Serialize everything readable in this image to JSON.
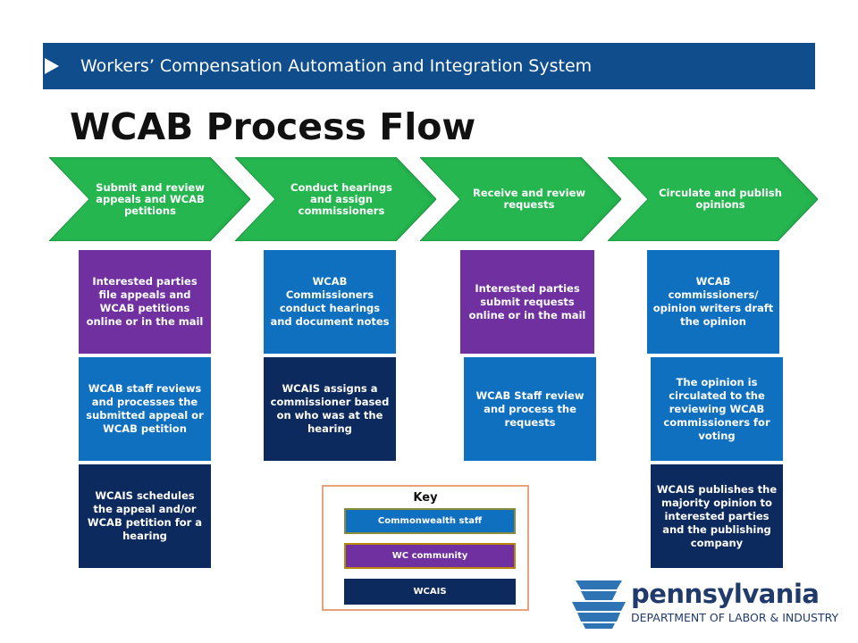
{
  "header": {
    "text": "Workers’ Compensation Automation and Integration System"
  },
  "title": "WCAB Process Flow",
  "steps": [
    {
      "label": "Submit and review appeals and WCAB petitions",
      "boxes": [
        "Interested parties file appeals and WCAB petitions online or in the mail",
        "WCAB staff reviews and processes the submitted appeal or WCAB petition",
        "WCAIS schedules the appeal and/or WCAB petition for a hearing"
      ]
    },
    {
      "label": "Conduct hearings and assign commissioners",
      "boxes": [
        "WCAB Commissioners conduct hearings and document notes",
        "WCAIS assigns a commissioner based on who was at the hearing"
      ]
    },
    {
      "label": "Receive and review requests",
      "boxes": [
        "Interested parties submit requests online or in the mail",
        "WCAB Staff review and process the requests"
      ]
    },
    {
      "label": "Circulate and publish opinions",
      "boxes": [
        "WCAB commissioners/ opinion writers draft the opinion",
        "The opinion is circulated to the reviewing WCAB commissioners for voting",
        "WCAIS publishes the majority opinion to interested parties and the publishing company"
      ]
    }
  ],
  "key": {
    "title": "Key",
    "items": [
      "Commonwealth staff",
      "WC community",
      "WCAIS"
    ]
  },
  "logo": {
    "name": "pennsylvania",
    "sub": "DEPARTMENT OF LABOR & INDUSTRY"
  },
  "colors": {
    "header": "#0f4d8c",
    "chevron": "#22b14c",
    "commonwealth_staff": "#0f70c0",
    "wc_community": "#7030a0",
    "wcais": "#0d2a5e",
    "key_border": "#e8a27d"
  }
}
